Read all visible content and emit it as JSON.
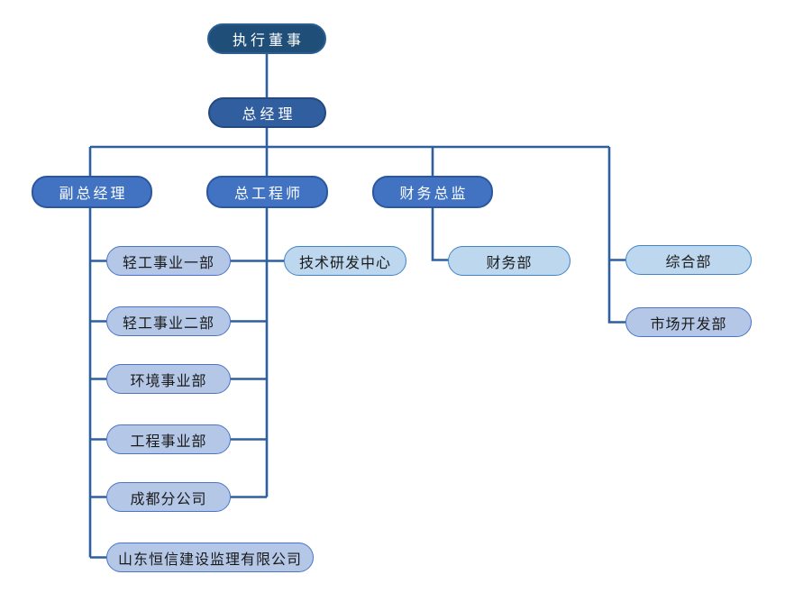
{
  "diagram": {
    "type": "org-chart"
  },
  "colors": {
    "navy": "#1F4E79",
    "navy_border": "#2B5E91",
    "royal": "#305E9E",
    "royal_border": "#24497F",
    "blue": "#4173C2",
    "blue_border": "#2B57A0",
    "lavender": "#B4C7E7",
    "lavender_border": "#4A74C8",
    "sky": "#BDD7EE",
    "sky_border": "#3F84C9",
    "line": "#2E5F9F",
    "text_light": "#FFFFFF",
    "text_dark": "#1A1A1A"
  },
  "nodes": {
    "executive_director": {
      "label": "执行董事"
    },
    "general_manager": {
      "label": "总经理"
    },
    "deputy_general_manager": {
      "label": "副总经理"
    },
    "chief_engineer": {
      "label": "总工程师"
    },
    "finance_director": {
      "label": "财务总监"
    },
    "light_industry_division_1": {
      "label": "轻工事业一部"
    },
    "light_industry_division_2": {
      "label": "轻工事业二部"
    },
    "environment_division": {
      "label": "环境事业部"
    },
    "engineering_division": {
      "label": "工程事业部"
    },
    "chengdu_branch": {
      "label": "成都分公司"
    },
    "shandong_hengxin_supervision": {
      "label": "山东恒信建设监理有限公司"
    },
    "tech_rd_center": {
      "label": "技术研发中心"
    },
    "finance_department": {
      "label": "财务部"
    },
    "general_department": {
      "label": "综合部"
    },
    "market_development_department": {
      "label": "市场开发部"
    }
  },
  "edges": [
    {
      "from": "executive_director",
      "to": "general_manager"
    },
    {
      "from": "general_manager",
      "to": "deputy_general_manager"
    },
    {
      "from": "general_manager",
      "to": "chief_engineer"
    },
    {
      "from": "general_manager",
      "to": "finance_director"
    },
    {
      "from": "general_manager",
      "to": "general_department"
    },
    {
      "from": "general_manager",
      "to": "market_development_department"
    },
    {
      "from": "deputy_general_manager",
      "to": "light_industry_division_1"
    },
    {
      "from": "deputy_general_manager",
      "to": "light_industry_division_2"
    },
    {
      "from": "deputy_general_manager",
      "to": "environment_division"
    },
    {
      "from": "deputy_general_manager",
      "to": "engineering_division"
    },
    {
      "from": "deputy_general_manager",
      "to": "chengdu_branch"
    },
    {
      "from": "deputy_general_manager",
      "to": "shandong_hengxin_supervision"
    },
    {
      "from": "chief_engineer",
      "to": "tech_rd_center"
    },
    {
      "from": "chief_engineer",
      "to": "light_industry_division_1"
    },
    {
      "from": "chief_engineer",
      "to": "light_industry_division_2"
    },
    {
      "from": "chief_engineer",
      "to": "environment_division"
    },
    {
      "from": "chief_engineer",
      "to": "engineering_division"
    },
    {
      "from": "chief_engineer",
      "to": "chengdu_branch"
    },
    {
      "from": "finance_director",
      "to": "finance_department"
    }
  ]
}
